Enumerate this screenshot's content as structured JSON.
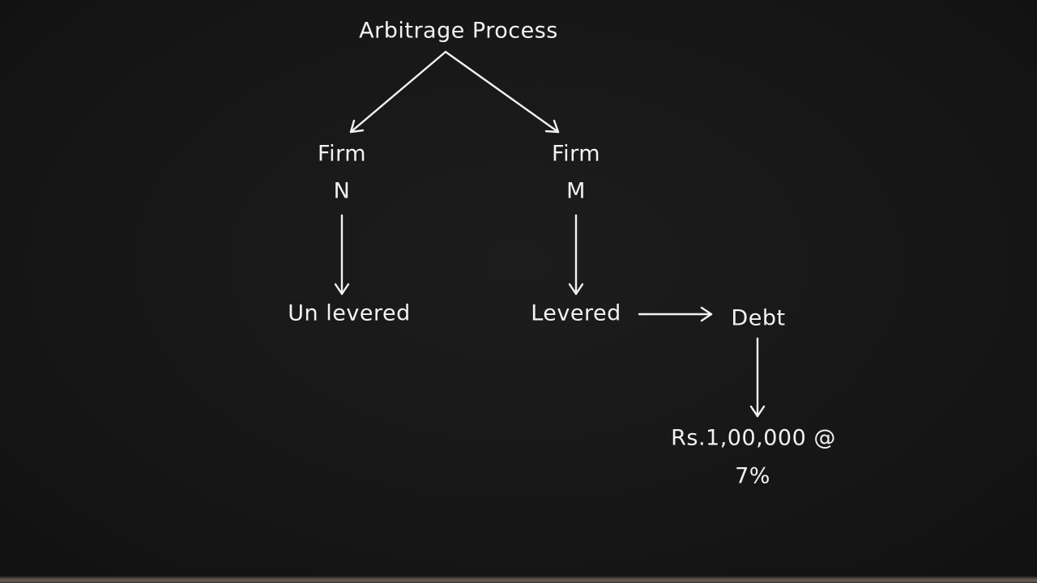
{
  "diagram": {
    "title": "Arbitrage Process",
    "nodes": {
      "firm_n_line1": "Firm",
      "firm_n_line2": "N",
      "firm_m_line1": "Firm",
      "firm_m_line2": "M",
      "unlevered": "Un levered",
      "levered": "Levered",
      "debt": "Debt",
      "debt_amount_line1": "Rs.1,00,000 @",
      "debt_amount_line2": "7%"
    },
    "edges": [
      {
        "from": "Arbitrage Process",
        "to": "Firm N"
      },
      {
        "from": "Arbitrage Process",
        "to": "Firm M"
      },
      {
        "from": "Firm N",
        "to": "Un levered"
      },
      {
        "from": "Firm M",
        "to": "Levered"
      },
      {
        "from": "Levered",
        "to": "Debt"
      },
      {
        "from": "Debt",
        "to": "Rs.1,00,000 @ 7%"
      }
    ],
    "colors": {
      "background": "#171717",
      "chalk": "#f2f2f2"
    }
  }
}
